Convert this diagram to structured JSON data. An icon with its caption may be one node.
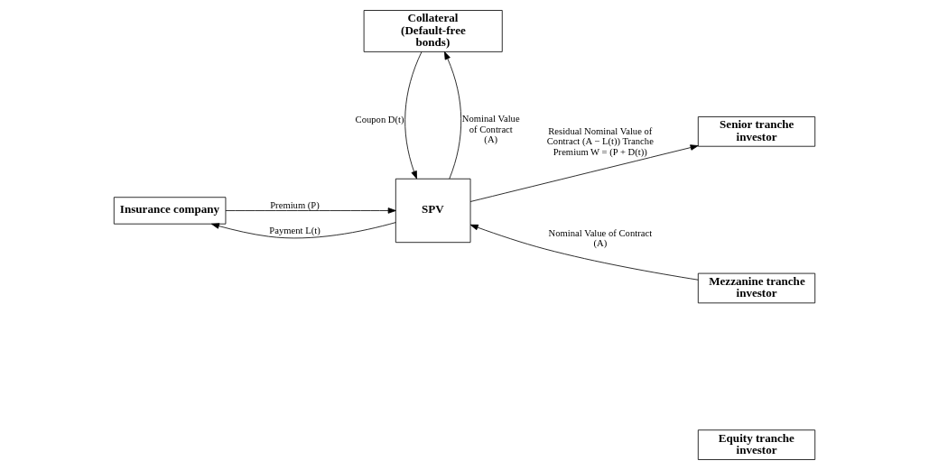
{
  "diagram": {
    "nodes": [
      {
        "text": [
          "Insurance company"
        ]
      },
      {
        "text": [
          "SPV"
        ]
      },
      {
        "text": [
          "Senior tranche investor"
        ]
      },
      {
        "text": [
          "Mezzanine tranche investor"
        ]
      },
      {
        "text": [
          "Equity tranche investor"
        ]
      },
      {
        "text": [
          "Collateral (Default-free bonds)"
        ]
      }
    ],
    "edges": [
      {
        "from": 0,
        "to": 1,
        "arrow": "to",
        "label": "Premium (P)"
      },
      {
        "from": 1,
        "to": 0,
        "arrow": "to",
        "label": "Payment L(t)"
      },
      {
        "from": 1,
        "to": 2,
        "arrow": "to",
        "label": "Residual Nominal Value of Contract (A − L(t)) Tranche Premium W = (P + D(t))"
      },
      {
        "from": 3,
        "to": 1,
        "arrow": "to",
        "label": "Nominal Value of Contract (A)"
      },
      {
        "from": 1,
        "to": 5,
        "arrow": "to",
        "label": "Nominal Value of Contract (A)"
      },
      {
        "from": 5,
        "to": 1,
        "arrow": "to",
        "label": "Coupon D(t)"
      }
    ]
  }
}
